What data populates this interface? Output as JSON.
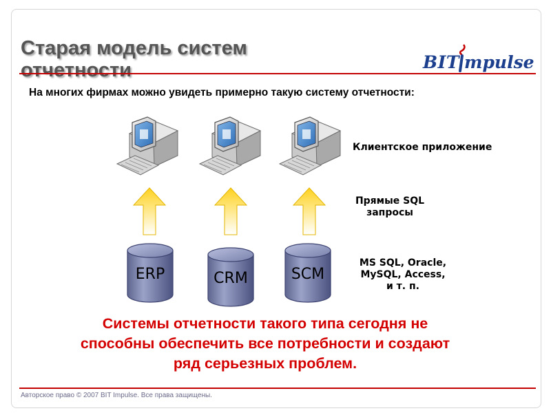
{
  "title": "Старая модель систем отчетности",
  "logo": {
    "bit": "BIT",
    "impulse": "mpulse"
  },
  "subtitle": "На многих фирмах можно увидеть примерно такую систему отчетности:",
  "labels": {
    "client": "Клиентское приложение",
    "sql_line1": "Прямые SQL",
    "sql_line2": "запросы",
    "db_line1": "MS SQL, Oracle,",
    "db_line2": "MySQL, Access,",
    "db_line3": "и т. п."
  },
  "databases": [
    "ERP",
    "CRM",
    "SCM"
  ],
  "warning": {
    "line1": "Системы отчетности такого типа сегодня не",
    "line2": "способны обеспечить все потребности и создают",
    "line3": "ряд серьезных проблем."
  },
  "footer": "Авторское право © 2007 BIT Impulse. Все права защищены.",
  "colors": {
    "accent_red": "#c40000",
    "logo_blue": "#1c3f8e",
    "arrow_yellow": "#ffd21f",
    "db_blue": "#7d86ad"
  },
  "icons": [
    "computer-icon",
    "up-arrow-icon",
    "database-icon"
  ]
}
